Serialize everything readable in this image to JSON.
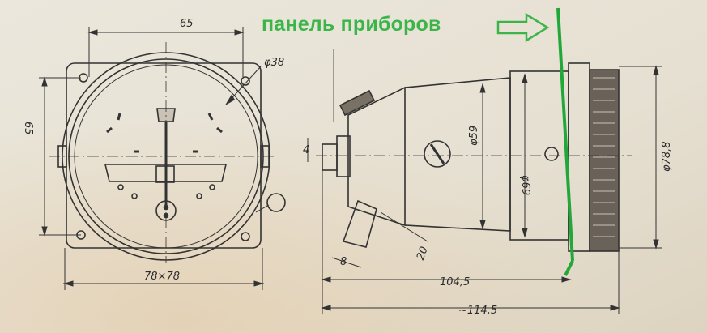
{
  "annotation": {
    "text": "панель приборов",
    "color": "#3bb54a"
  },
  "dimensions": {
    "width_65": "65",
    "diameter_38": "φ38",
    "height_65": "65",
    "base_78x78": "78×78",
    "diameter_59": "φ59",
    "diameter_69": "φ69",
    "diameter_78_8": "φ78,8",
    "length_104_5": "104,5",
    "length_114_5": "~114,5",
    "width_8": "8",
    "size_20": "20",
    "size_4": "4"
  },
  "colors": {
    "paper": "#e9e4d8",
    "ink": "#333333",
    "panel_line": "#22a83a"
  },
  "icons": [
    "panel-line",
    "arrow-right-icon"
  ]
}
